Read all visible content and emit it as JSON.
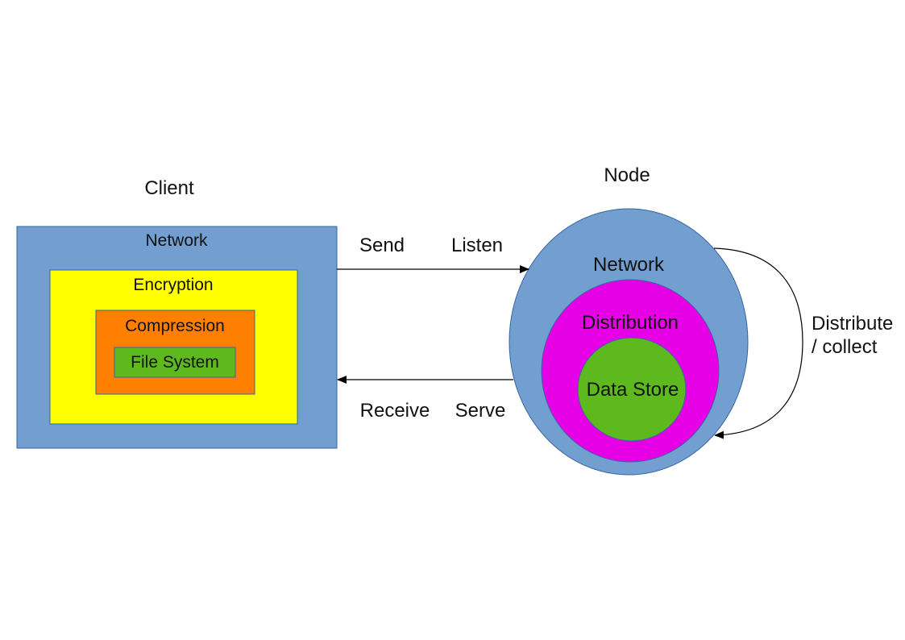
{
  "client": {
    "title": "Client",
    "layers": [
      "Network",
      "Encryption",
      "Compression",
      "File System"
    ]
  },
  "node": {
    "title": "Node",
    "layers": [
      "Network",
      "Distribution",
      "Data Store"
    ]
  },
  "arrows": {
    "send": "Send",
    "listen": "Listen",
    "receive": "Receive",
    "serve": "Serve",
    "self_loop_line1": "Distribute",
    "self_loop_line2": "/ collect"
  },
  "colors": {
    "network": "#729fcf",
    "encryption": "#ffff00",
    "compression": "#ff8000",
    "file_system": "#5eb91e",
    "distribution": "#e600e6",
    "data_store": "#5eb91e"
  }
}
